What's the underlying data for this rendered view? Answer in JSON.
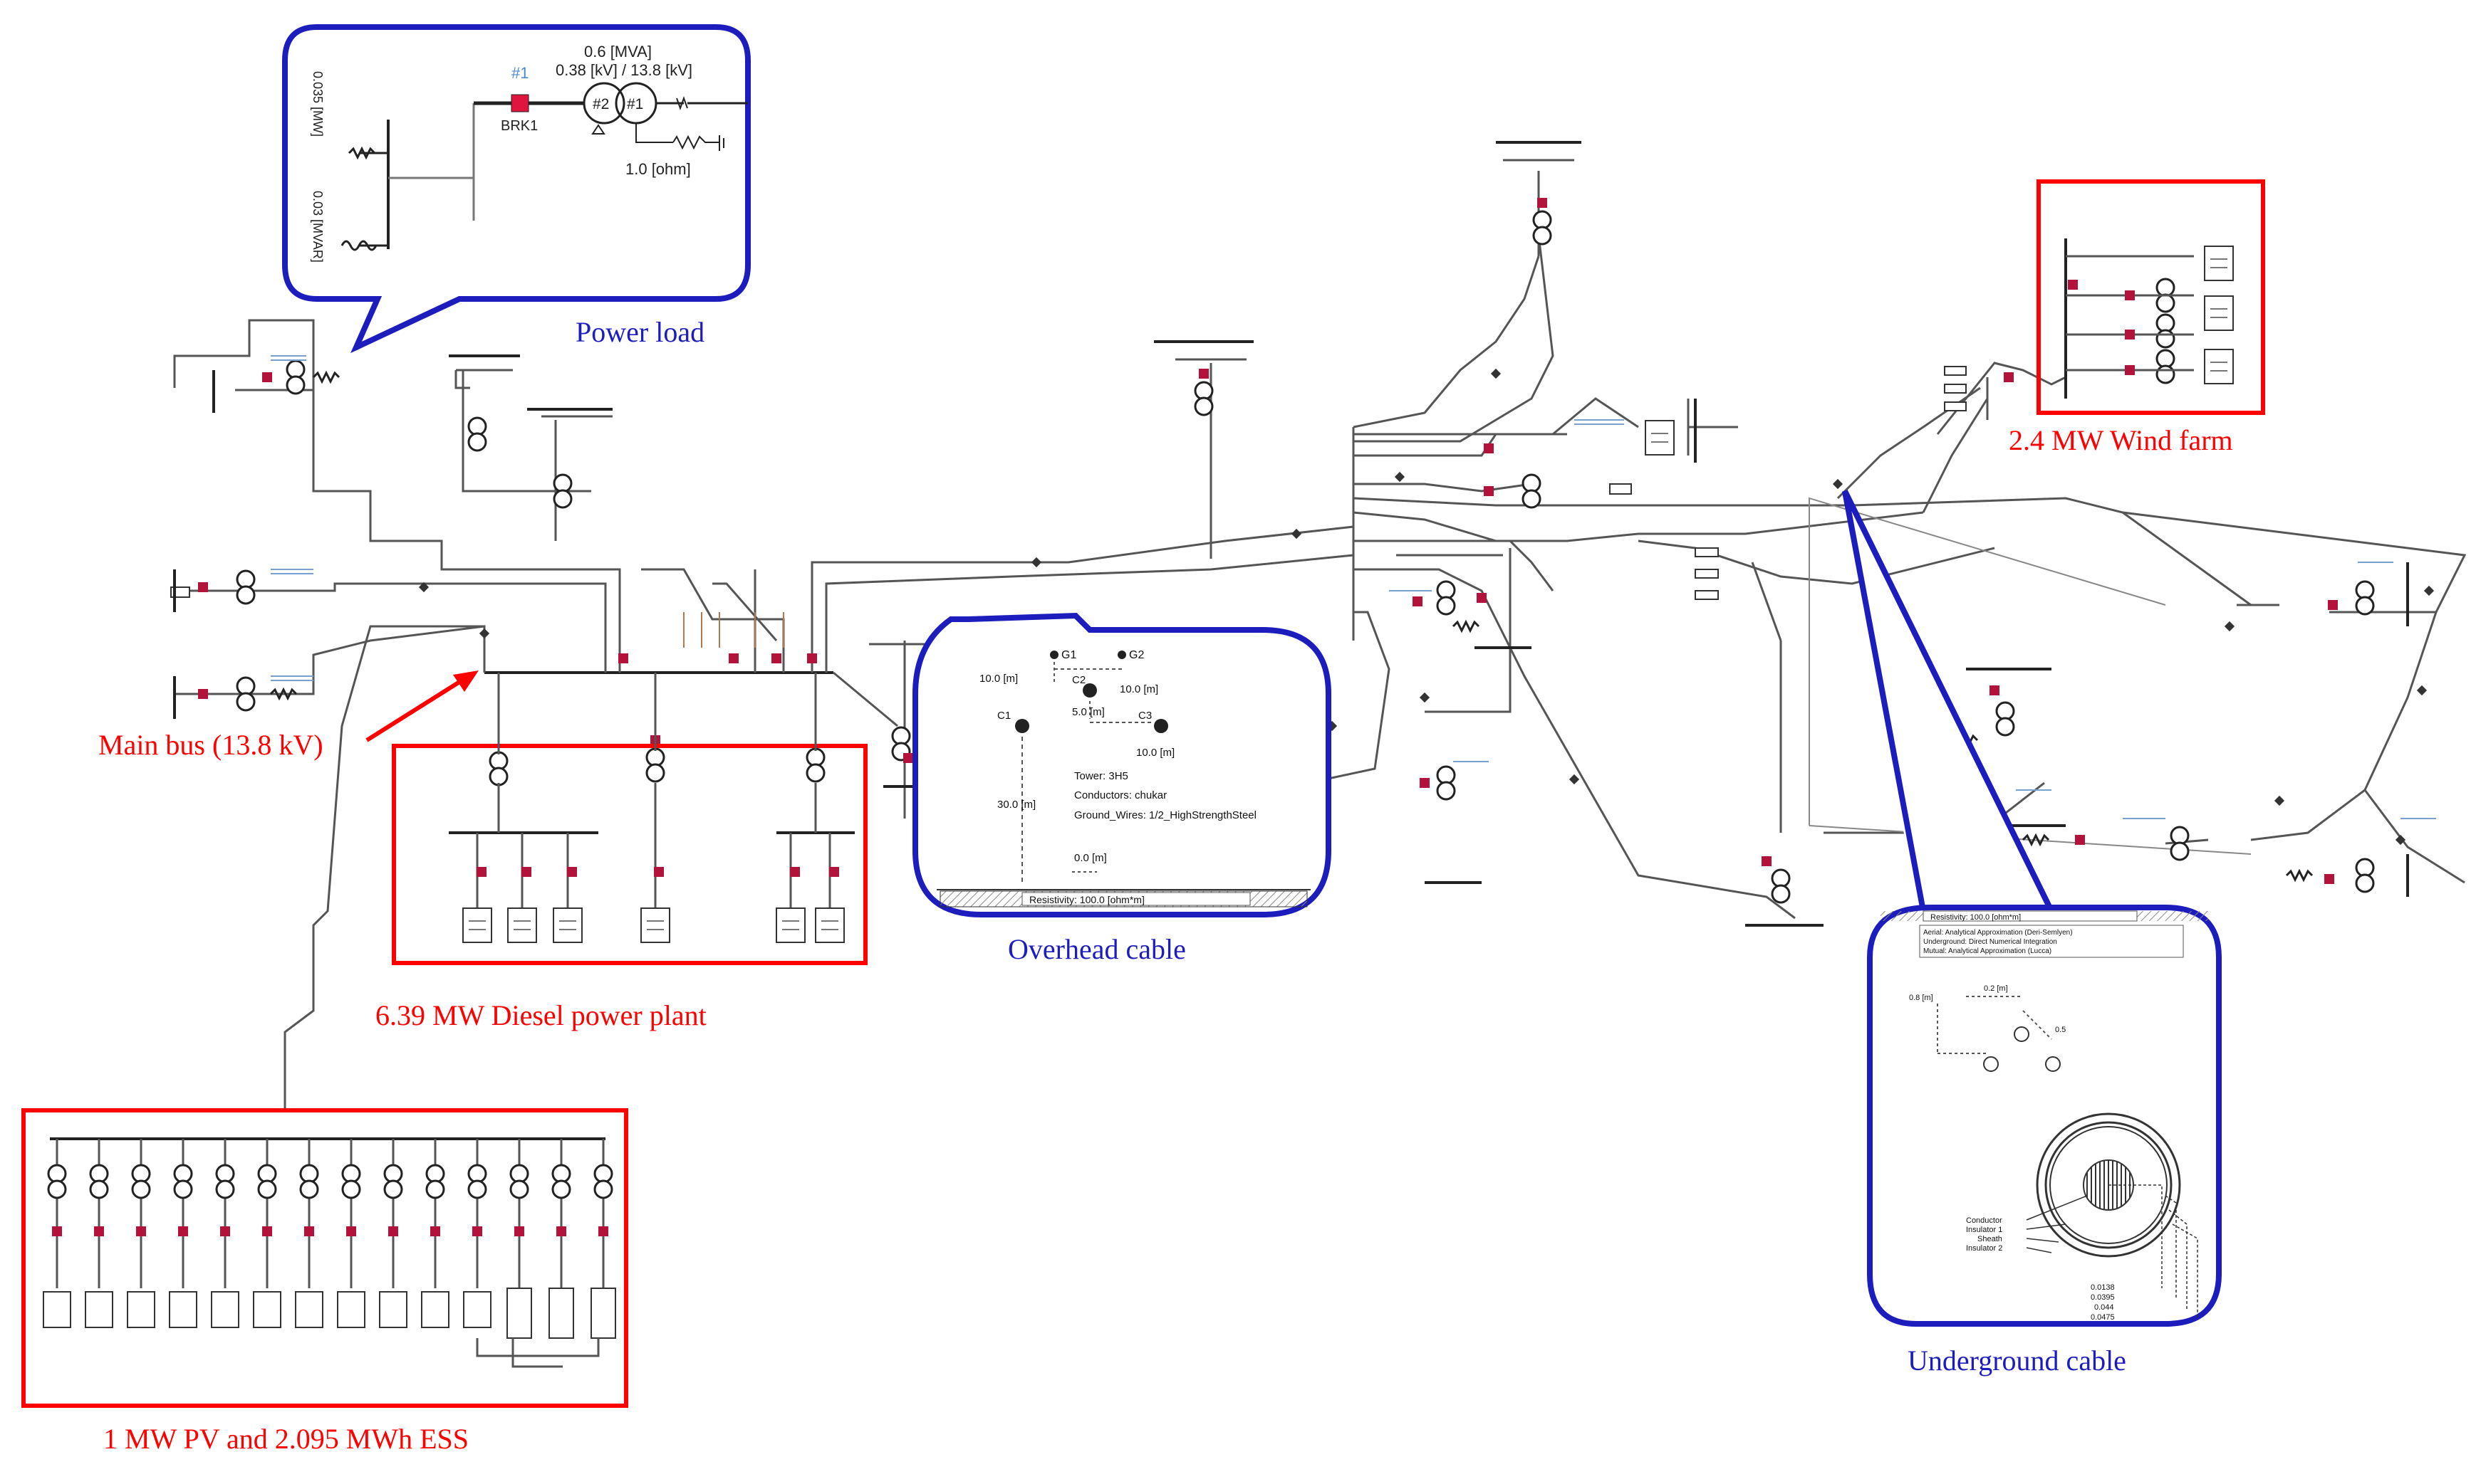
{
  "labels": {
    "main_bus": "Main bus (13.8 kV)",
    "diesel": "6.39 MW Diesel power plant",
    "pv_ess": "1 MW PV and 2.095 MWh ESS",
    "wind": "2.4 MW Wind farm",
    "power_load": "Power load",
    "overhead_cable": "Overhead cable",
    "underground_cable": "Underground cable"
  },
  "power_load_callout": {
    "breaker_id": "#1",
    "breaker_name": "BRK1",
    "mva": "0.6 [MVA]",
    "kv": "0.38 [kV] / 13.8 [kV]",
    "winding2": "#2",
    "winding1": "#1",
    "ground_res": "1.0 [ohm]",
    "load_p": "0.035 [MW]",
    "load_q": "0.03 [MVAR]"
  },
  "overhead_callout": {
    "g1": "G1",
    "g2": "G2",
    "c1": "C1",
    "c2": "C2",
    "c3": "C3",
    "d_g": "10.0 [m]",
    "d_c2_g2": "10.0 [m]",
    "d_c2_c3": "5.0 [m]",
    "d_c3": "10.0 [m]",
    "height": "30.0 [m]",
    "ground": "0.0 [m]",
    "tower": "Tower: 3H5",
    "conductors": "Conductors: chukar",
    "ground_wires": "Ground_Wires: 1/2_HighStrengthSteel",
    "resistivity": "Resistivity: 100.0 [ohm*m]"
  },
  "underground_callout": {
    "resistivity": "Resistivity: 100.0 [ohm*m]",
    "aerial": "Aerial:  Analytical Approximation (Deri-Semlyen)",
    "underground": "Underground:  Direct Numerical Integration",
    "mutual": "Mutual:  Analytical Approximation (Lucca)",
    "depth": "0.8 [m]",
    "spacing": "0.2 [m]",
    "spacing2": "0.5",
    "layers": [
      "Conductor",
      "Insulator 1",
      "Sheath",
      "Insulator 2"
    ],
    "radii": [
      "0.0138",
      "0.0395",
      "0.044",
      "0.0475"
    ]
  },
  "colors": {
    "highlight_red": "#ff0000",
    "callout_blue": "#1d1dbd",
    "breaker_red": "#d0103a"
  }
}
